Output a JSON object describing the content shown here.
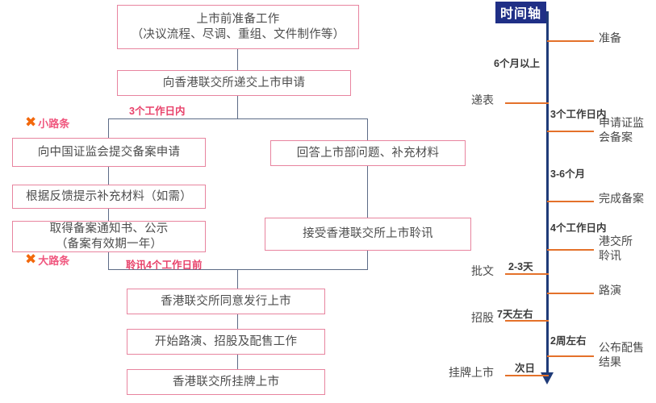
{
  "flowchart": {
    "boxes": [
      {
        "id": "pre-listing-prep",
        "line1": "上市前准备工作",
        "line2": "（决议流程、尽调、重组、文件制作等）"
      },
      {
        "id": "submit-application",
        "line1": "向香港联交所递交上市申请",
        "line2": ""
      },
      {
        "id": "csrc-filing",
        "line1": "向中国证监会提交备案申请",
        "line2": ""
      },
      {
        "id": "supplement-materials",
        "line1": "根据反馈提示补充材料（如需）",
        "line2": ""
      },
      {
        "id": "filing-notice",
        "line1": "取得备案通知书、公示",
        "line2": "（备案有效期一年）"
      },
      {
        "id": "answer-questions",
        "line1": "回答上市部问题、补充材料",
        "line2": ""
      },
      {
        "id": "hearing",
        "line1": "接受香港联交所上市聆讯",
        "line2": ""
      },
      {
        "id": "hkex-approval",
        "line1": "香港联交所同意发行上市",
        "line2": ""
      },
      {
        "id": "roadshow-start",
        "line1": "开始路演、招股及配售工作",
        "line2": ""
      },
      {
        "id": "hkex-listing",
        "line1": "香港联交所挂牌上市",
        "line2": ""
      }
    ],
    "annotations": [
      {
        "id": "within-3-business-days",
        "text": "3个工作日内"
      },
      {
        "id": "before-hearing-4-business-days",
        "text": "聆讯4个工作日前"
      }
    ],
    "markers": [
      {
        "id": "small-road-pass",
        "glyph": "✖",
        "text": "小路条"
      },
      {
        "id": "big-road-pass",
        "glyph": "✖",
        "text": "大路条"
      }
    ],
    "colors": {
      "box_border": "#e8849f",
      "connector": "#5c6b86",
      "annotation": "#e8416a",
      "marker_glyph": "#f2680c",
      "marker_text": "#f0567e"
    }
  },
  "timeline": {
    "title": "时间轴",
    "colors": {
      "axis": "#1f3b78",
      "tick": "#e4712a",
      "badge_bg": "#1f2f86"
    },
    "events": [
      {
        "id": "preparation",
        "label": "准备",
        "side": "right"
      },
      {
        "id": "submit-form",
        "label": "递表",
        "side": "left"
      },
      {
        "id": "apply-csrc-filing",
        "label": "申请证监\n会备案",
        "side": "right"
      },
      {
        "id": "complete-filing",
        "label": "完成备案",
        "side": "right"
      },
      {
        "id": "hkex-hearing",
        "label": "港交所\n聆讯",
        "side": "right"
      },
      {
        "id": "approval-doc",
        "label": "批文",
        "side": "left"
      },
      {
        "id": "roadshow",
        "label": "路演",
        "side": "right"
      },
      {
        "id": "public-offering",
        "label": "招股",
        "side": "left"
      },
      {
        "id": "announce-allotment",
        "label": "公布配售\n结果",
        "side": "right"
      },
      {
        "id": "listing",
        "label": "挂牌上市",
        "side": "left"
      }
    ],
    "durations": [
      {
        "id": "over-6-months",
        "text": "6个月以上"
      },
      {
        "id": "within-3-business-days",
        "text": "3个工作日内"
      },
      {
        "id": "3-to-6-months",
        "text": "3-6个月"
      },
      {
        "id": "within-4-business-days",
        "text": "4个工作日内"
      },
      {
        "id": "2-to-3-days",
        "text": "2-3天"
      },
      {
        "id": "about-7-days",
        "text": "7天左右"
      },
      {
        "id": "about-2-weeks",
        "text": "2周左右"
      },
      {
        "id": "next-day",
        "text": "次日"
      }
    ]
  }
}
